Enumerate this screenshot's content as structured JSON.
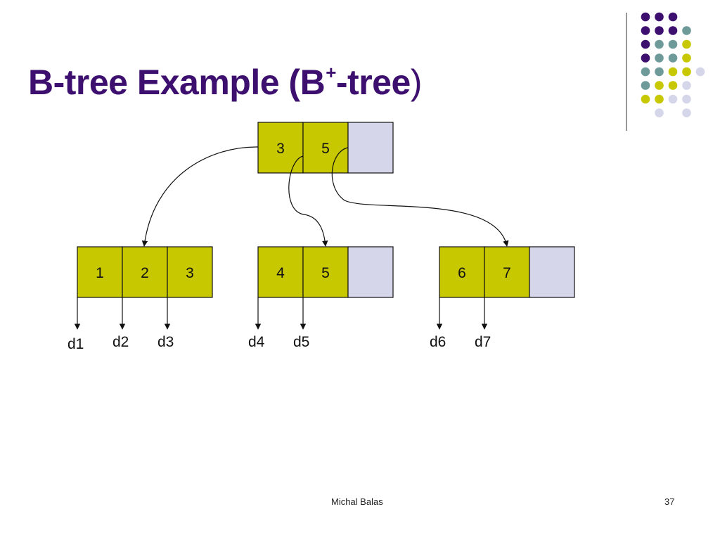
{
  "slide": {
    "title_main": "B-tree Example (B",
    "title_sup": "+",
    "title_tail": "-tree",
    "title_paren": ")",
    "footer_author": "Michal Balas",
    "page_number": "37"
  },
  "colors": {
    "purple": "#3d0f6e",
    "teal": "#6e9a9a",
    "olive": "#c8c800",
    "lavender": "#d6d6ea",
    "cell_fill": "#c8c800",
    "empty_fill": "#d6d6ea"
  },
  "decoration": {
    "dot_grid": [
      [
        "purple",
        "purple",
        "purple",
        ""
      ],
      [
        "purple",
        "purple",
        "purple",
        "teal"
      ],
      [
        "purple",
        "teal",
        "teal",
        "olive"
      ],
      [
        "purple",
        "teal",
        "teal",
        "olive"
      ],
      [
        "teal",
        "teal",
        "olive",
        "olive",
        "lavender"
      ],
      [
        "teal",
        "olive",
        "olive",
        "lavender"
      ],
      [
        "olive",
        "olive",
        "lavender",
        "lavender"
      ],
      [
        "",
        "lavender",
        "",
        "lavender"
      ]
    ]
  },
  "tree": {
    "root": {
      "keys": [
        "3",
        "5",
        ""
      ]
    },
    "leaves": [
      {
        "keys": [
          "1",
          "2",
          "3"
        ],
        "data": [
          "d1",
          "d2",
          "d3"
        ]
      },
      {
        "keys": [
          "4",
          "5",
          ""
        ],
        "data": [
          "d4",
          "d5"
        ]
      },
      {
        "keys": [
          "6",
          "7",
          ""
        ],
        "data": [
          "d6",
          "d7"
        ]
      }
    ]
  }
}
